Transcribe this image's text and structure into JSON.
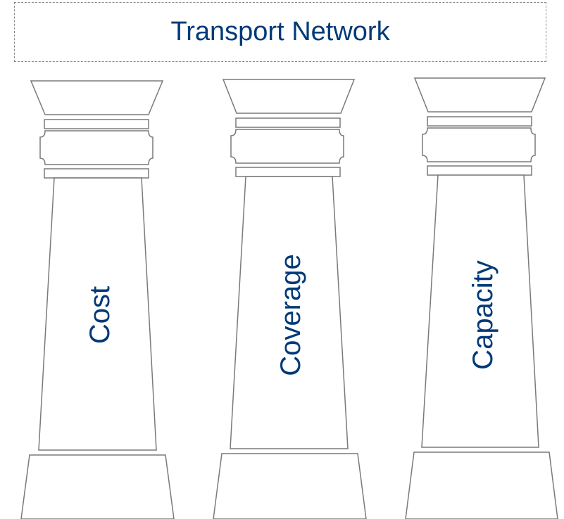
{
  "diagram": {
    "title": "Transport Network",
    "pillars": [
      {
        "label": "Cost"
      },
      {
        "label": "Coverage"
      },
      {
        "label": "Capacity"
      }
    ],
    "colors": {
      "text": "#003a78",
      "outline": "#7a7a7a",
      "banner_border": "#8a8a8a"
    }
  }
}
